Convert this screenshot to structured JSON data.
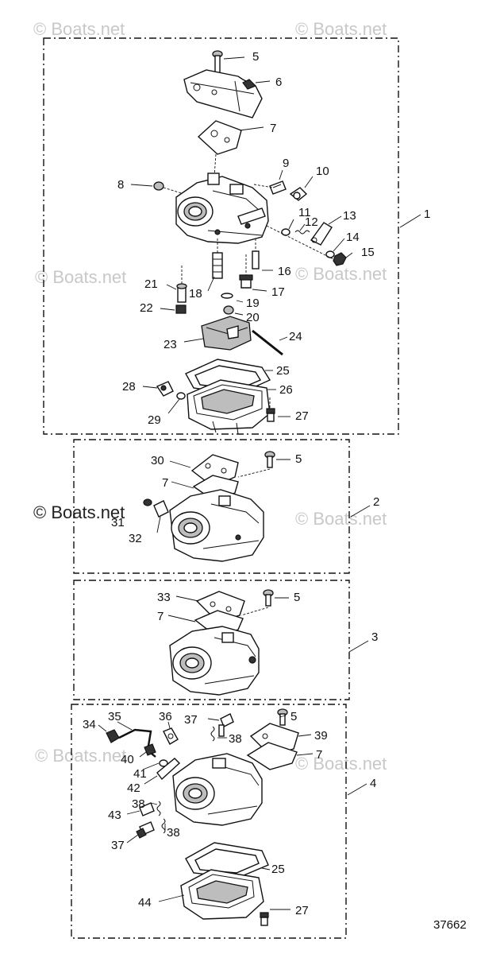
{
  "watermark": "© Boats.net",
  "figure_number": "37662",
  "callouts": {
    "c1": "1",
    "c2": "2",
    "c3": "3",
    "c4": "4",
    "c5": "5",
    "c6": "6",
    "c7": "7",
    "c8": "8",
    "c9": "9",
    "c10": "10",
    "c11": "11",
    "c12": "12",
    "c13": "13",
    "c14": "14",
    "c15": "15",
    "c16": "16",
    "c17": "17",
    "c18": "18",
    "c19": "19",
    "c20": "20",
    "c21": "21",
    "c22": "22",
    "c23": "23",
    "c24": "24",
    "c25": "25",
    "c26": "26",
    "c27": "27",
    "c28": "28",
    "c29": "29",
    "c30": "30",
    "c31": "31",
    "c32": "32",
    "c33": "33",
    "c34": "34",
    "c35": "35",
    "c36": "36",
    "c37": "37",
    "c38": "38",
    "c39": "39",
    "c40": "40",
    "c41": "41",
    "c42": "42",
    "c43": "43",
    "c44": "44"
  }
}
